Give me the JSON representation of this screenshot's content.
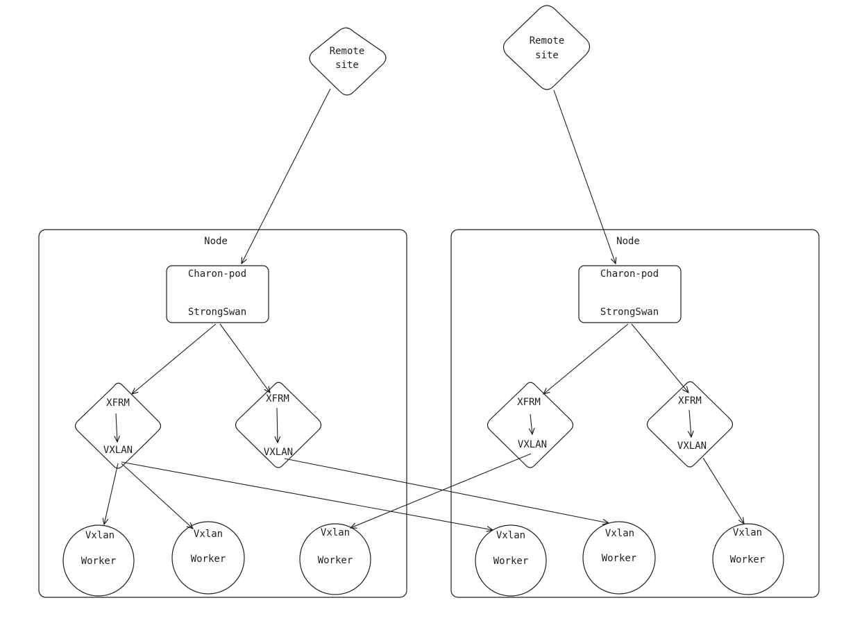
{
  "remote_sites": [
    {
      "line1": "Remote",
      "line2": "site"
    },
    {
      "line1": "Remote",
      "line2": "site"
    }
  ],
  "nodes": [
    {
      "title": "Node",
      "charon": {
        "line1": "Charon-pod",
        "line2": "StrongSwan"
      },
      "xfrm_groups": [
        {
          "xfrm": "XFRM",
          "vxlan": "VXLAN"
        },
        {
          "xfrm": "XFRM",
          "vxlan": "VXLAN"
        }
      ],
      "workers": [
        {
          "line1": "Vxlan",
          "line2": "Worker"
        },
        {
          "line1": "Vxlan",
          "line2": "Worker"
        },
        {
          "line1": "Vxlan",
          "line2": "Worker"
        }
      ]
    },
    {
      "title": "Node",
      "charon": {
        "line1": "Charon-pod",
        "line2": "StrongSwan"
      },
      "xfrm_groups": [
        {
          "xfrm": "XFRM",
          "vxlan": "VXLAN"
        },
        {
          "xfrm": "XFRM",
          "vxlan": "VXLAN"
        }
      ],
      "workers": [
        {
          "line1": "Vxlan",
          "line2": "Worker"
        },
        {
          "line1": "Vxlan",
          "line2": "Worker"
        },
        {
          "line1": "Vxlan",
          "line2": "Worker"
        }
      ]
    }
  ]
}
